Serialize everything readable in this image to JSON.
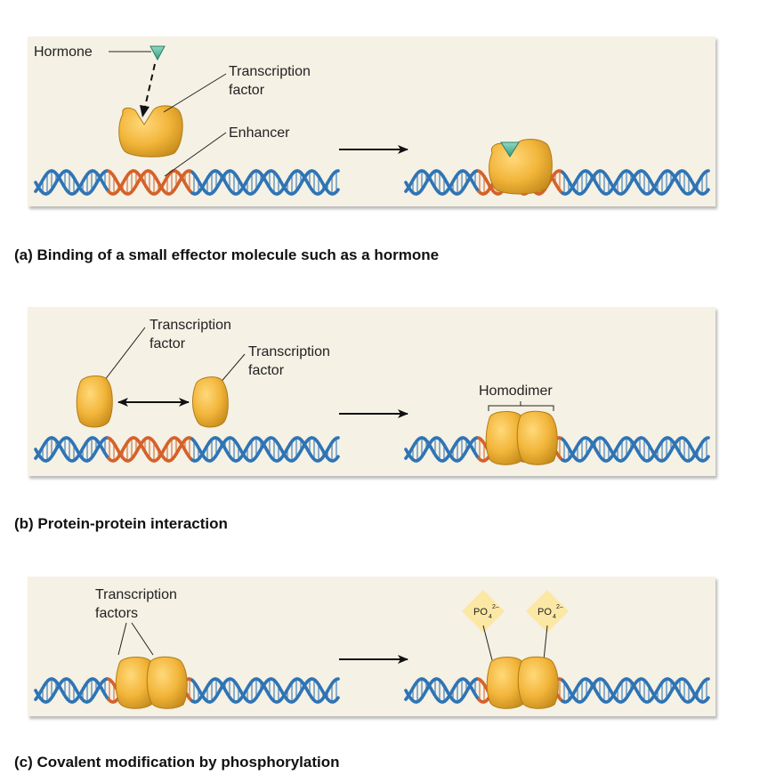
{
  "panels": {
    "a": {
      "caption": "(a) Binding of a small effector molecule such as a hormone",
      "hormone_label": "Hormone",
      "tf_label_line1": "Transcription",
      "tf_label_line2": "factor",
      "enhancer_label": "Enhancer"
    },
    "b": {
      "caption": "(b) Protein-protein interaction",
      "tf1_line1": "Transcription",
      "tf1_line2": "factor",
      "tf2_line1": "Transcription",
      "tf2_line2": "factor",
      "homodimer_label": "Homodimer"
    },
    "c": {
      "caption": "(c) Covalent modification by phosphorylation",
      "tfs_line1": "Transcription",
      "tfs_line2": "factors",
      "phosphate_main": "PO",
      "phosphate_sub": "4",
      "phosphate_sup": "2–"
    }
  },
  "colors": {
    "panel_bg": "#f5f1e4",
    "dna_blue": "#2f74b5",
    "dna_orange": "#d4622a",
    "protein": "#f2b53a",
    "protein_dark": "#c88a1c",
    "hormone": "#4fb29a",
    "phosphate": "#fbe8a4"
  }
}
